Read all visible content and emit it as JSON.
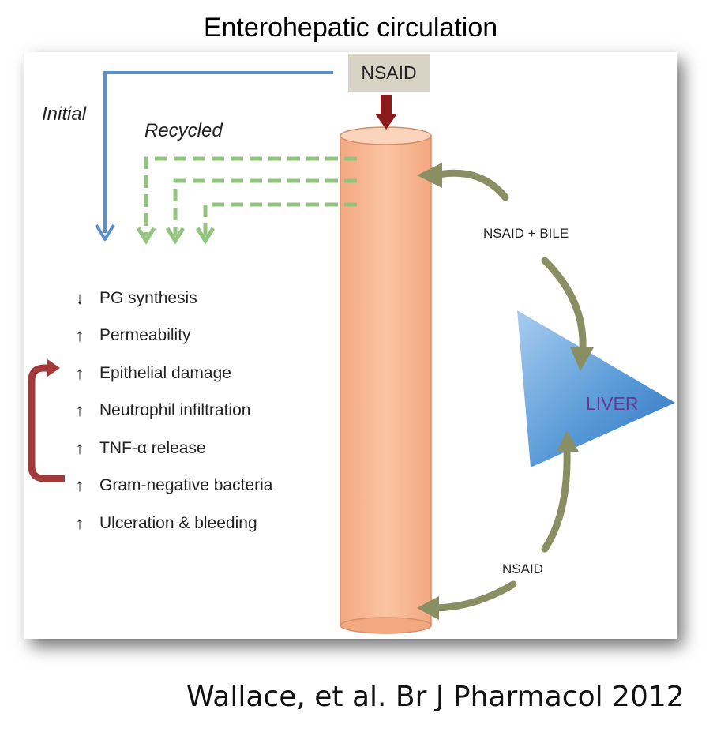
{
  "title": "Enterohepatic circulation",
  "source_box": "NSAID",
  "labels": {
    "initial": "Initial",
    "recycled": "Recycled",
    "nsaid_bile": "NSAID + BILE",
    "nsaid": "NSAID",
    "liver": "LIVER"
  },
  "effects": [
    {
      "arrow": "down",
      "text": "PG synthesis"
    },
    {
      "arrow": "up",
      "text": "Permeability"
    },
    {
      "arrow": "up",
      "text": "Epithelial damage"
    },
    {
      "arrow": "up",
      "text": "Neutrophil infiltration"
    },
    {
      "arrow": "up",
      "text": "TNF-α release"
    },
    {
      "arrow": "up",
      "text": "Gram-negative bacteria"
    },
    {
      "arrow": "up",
      "text": "Ulceration & bleeding"
    }
  ],
  "citation": "Wallace, et al. Br J Pharmacol 2012",
  "colors": {
    "initial_arrow": "#5b8fd0",
    "recycled_arrow": "#93c47d",
    "feedback_arrow": "#a33a3a",
    "intestine": "#f9be9a",
    "liver": "#5a9bd8",
    "cycle_arrow": "#8a8f63",
    "source_arrow": "#8b1a1a"
  }
}
